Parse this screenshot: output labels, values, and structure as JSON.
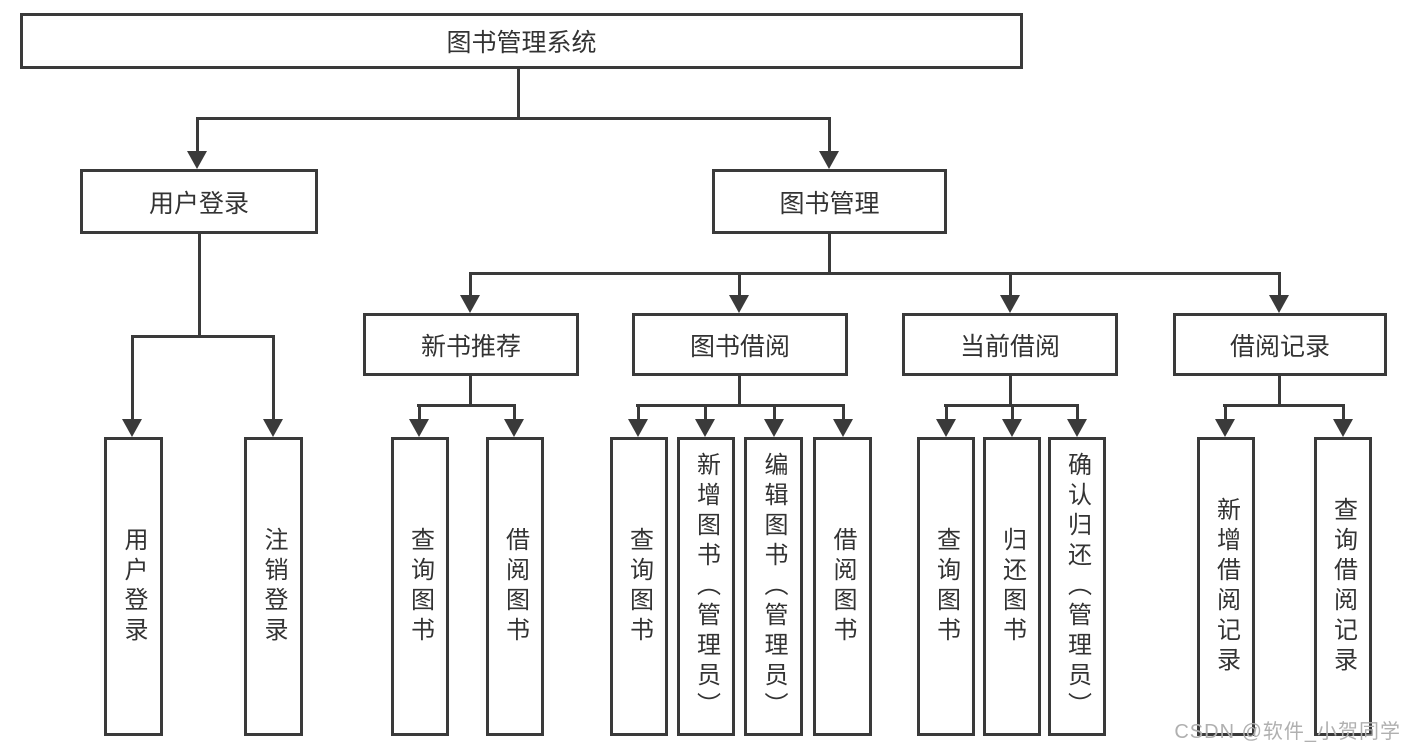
{
  "diagram": {
    "root": {
      "label": "图书管理系统"
    },
    "branches": {
      "user_login": {
        "label": "用户登录"
      },
      "book_mgmt": {
        "label": "图书管理"
      }
    },
    "modules": {
      "new_book_rec": {
        "label": "新书推荐"
      },
      "book_borrow": {
        "label": "图书借阅"
      },
      "current_borrow": {
        "label": "当前借阅"
      },
      "borrow_records": {
        "label": "借阅记录"
      }
    },
    "leaves": {
      "user_login": {
        "label": "用户登录"
      },
      "logout": {
        "label": "注销登录"
      },
      "rec_query_book": {
        "label": "查询图书"
      },
      "rec_borrow_book": {
        "label": "借阅图书"
      },
      "borrow_query_book": {
        "label": "查询图书"
      },
      "borrow_add_book": {
        "label": "新增图书（管理员）"
      },
      "borrow_edit_book": {
        "label": "编辑图书（管理员）"
      },
      "borrow_borrow_book": {
        "label": "借阅图书"
      },
      "current_query_book": {
        "label": "查询图书"
      },
      "current_return_book": {
        "label": "归还图书"
      },
      "current_confirm_return": {
        "label": "确认归还（管理员）"
      },
      "records_add_record": {
        "label": "新增借阅记录"
      },
      "records_query_record": {
        "label": "查询借阅记录"
      }
    }
  },
  "watermark": {
    "text": "CSDN @软件_小贺同学"
  },
  "colors": {
    "line": "#3a3a3a",
    "text": "#333333",
    "watermark": "#b0b0b0",
    "background": "#ffffff"
  }
}
